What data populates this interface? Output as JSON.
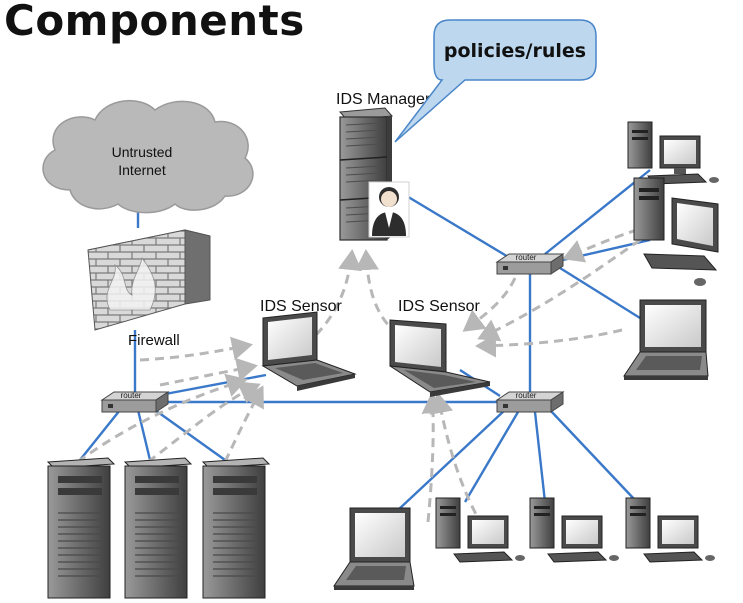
{
  "slide": {
    "title": "Components"
  },
  "callout": {
    "text": "policies/rules",
    "fill": "#bcd7ee",
    "stroke": "#4a86c8"
  },
  "labels": {
    "ids_manager": "IDS Manager",
    "ids_sensor_left": "IDS Sensor",
    "ids_sensor_right": "IDS Sensor",
    "firewall": "Firewall",
    "cloud_line1": "Untrusted",
    "cloud_line2": "Internet",
    "router_text": "router"
  },
  "colors": {
    "link_line": "#3a78c9",
    "dashed_arrow": "#b7b7b7",
    "cloud_fill": "#b9b9b9"
  }
}
